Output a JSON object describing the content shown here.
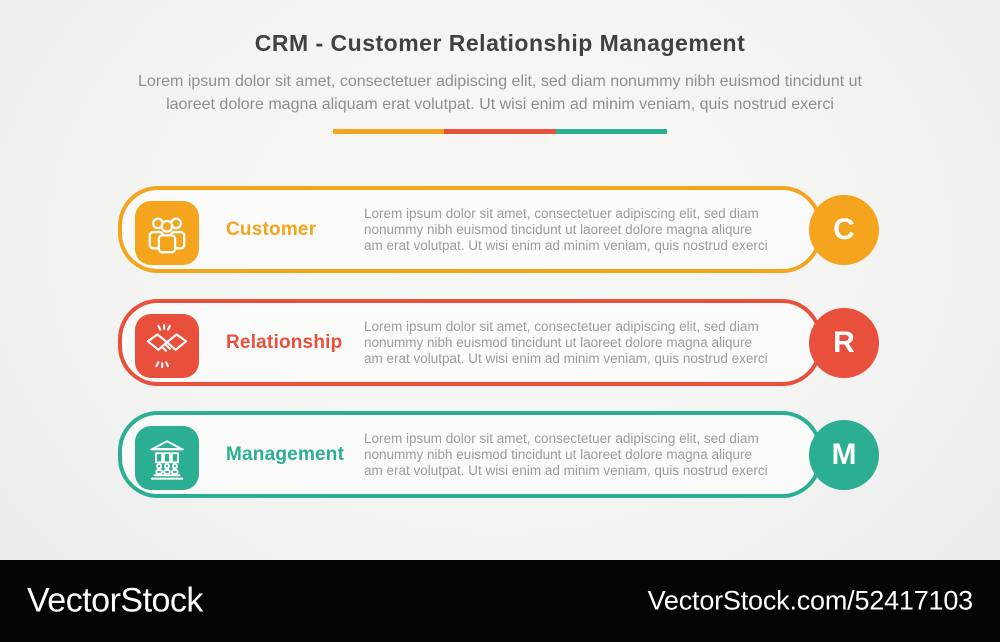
{
  "header": {
    "title": "CRM - Customer Relationship Management",
    "subtitle_lines": [
      "Lorem ipsum dolor sit amet, consectetuer adipiscing elit, sed diam nonummy nibh euismod tincidunt ut",
      "laoreet dolore magna aliquam erat volutpat. Ut wisi enim ad minim veniam, quis nostrud exerci"
    ],
    "divider_colors": [
      "#F5A41E",
      "#E8503C",
      "#2BAE92"
    ]
  },
  "rows": [
    {
      "letter": "C",
      "title": "Customer",
      "color": "#F5A41E",
      "icon": "people-group-icon",
      "lines": [
        "Lorem ipsum dolor sit amet, consectetuer adipiscing elit, sed diam",
        "nonummy nibh euismod tincidunt ut laoreet dolore magna aliqure",
        "am erat volutpat. Ut wisi enim ad minim veniam, quis nostrud exerci"
      ]
    },
    {
      "letter": "R",
      "title": "Relationship",
      "color": "#E8503C",
      "icon": "handshake-icon",
      "lines": [
        "Lorem ipsum dolor sit amet, consectetuer adipiscing elit, sed diam",
        "nonummy nibh euismod tincidunt ut laoreet dolore magna aliqure",
        "am erat volutpat. Ut wisi enim ad minim veniam, quis nostrud exerci"
      ]
    },
    {
      "letter": "M",
      "title": "Management",
      "color": "#2BAE92",
      "icon": "bank-building-icon",
      "lines": [
        "Lorem ipsum dolor sit amet, consectetuer adipiscing elit, sed diam",
        "nonummy nibh euismod tincidunt ut laoreet dolore magna aliqure",
        "am erat volutpat. Ut wisi enim ad minim veniam, quis nostrud exerci"
      ]
    }
  ],
  "footer": {
    "logo": "VectorStock",
    "url": "VectorStock.com/52417103"
  }
}
